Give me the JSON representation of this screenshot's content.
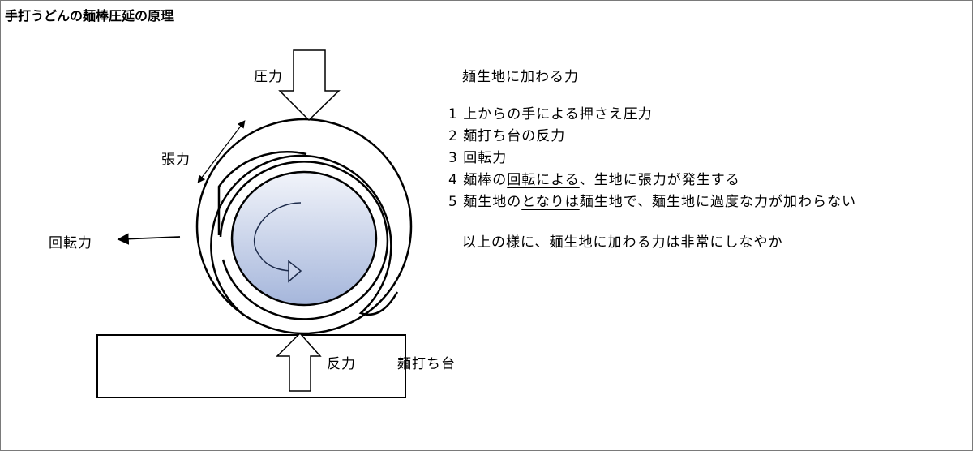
{
  "title": "手打うどんの麺棒圧延の原理",
  "labels": {
    "pressure": "圧力",
    "tension": "張力",
    "rotation_force": "回転力",
    "reaction": "反力",
    "table": "麺打ち台"
  },
  "heading": "麺生地に加わる力",
  "items": [
    {
      "num": "1",
      "parts": [
        {
          "text": "上からの手による押さえ圧力",
          "underline": false
        }
      ]
    },
    {
      "num": "2",
      "parts": [
        {
          "text": "麺打ち台の反力",
          "underline": false
        }
      ]
    },
    {
      "num": "3",
      "parts": [
        {
          "text": "回転力",
          "underline": false
        }
      ]
    },
    {
      "num": "4",
      "parts": [
        {
          "text": "麺棒の",
          "underline": false
        },
        {
          "text": "回転による",
          "underline": true
        },
        {
          "text": "、生地に張力が発生する",
          "underline": false
        }
      ]
    },
    {
      "num": "5",
      "parts": [
        {
          "text": "麺生地の",
          "underline": false
        },
        {
          "text": "となりは",
          "underline": true
        },
        {
          "text": "麺生地で、麺生地に過度な力が加わらない",
          "underline": false
        }
      ]
    }
  ],
  "conclusion": "以上の様に、麺生地に加わる力は非常にしなやか",
  "colors": {
    "rolling_pin_top": "#eef1f9",
    "rolling_pin_bottom": "#a9b9dc",
    "stroke": "#000000"
  }
}
